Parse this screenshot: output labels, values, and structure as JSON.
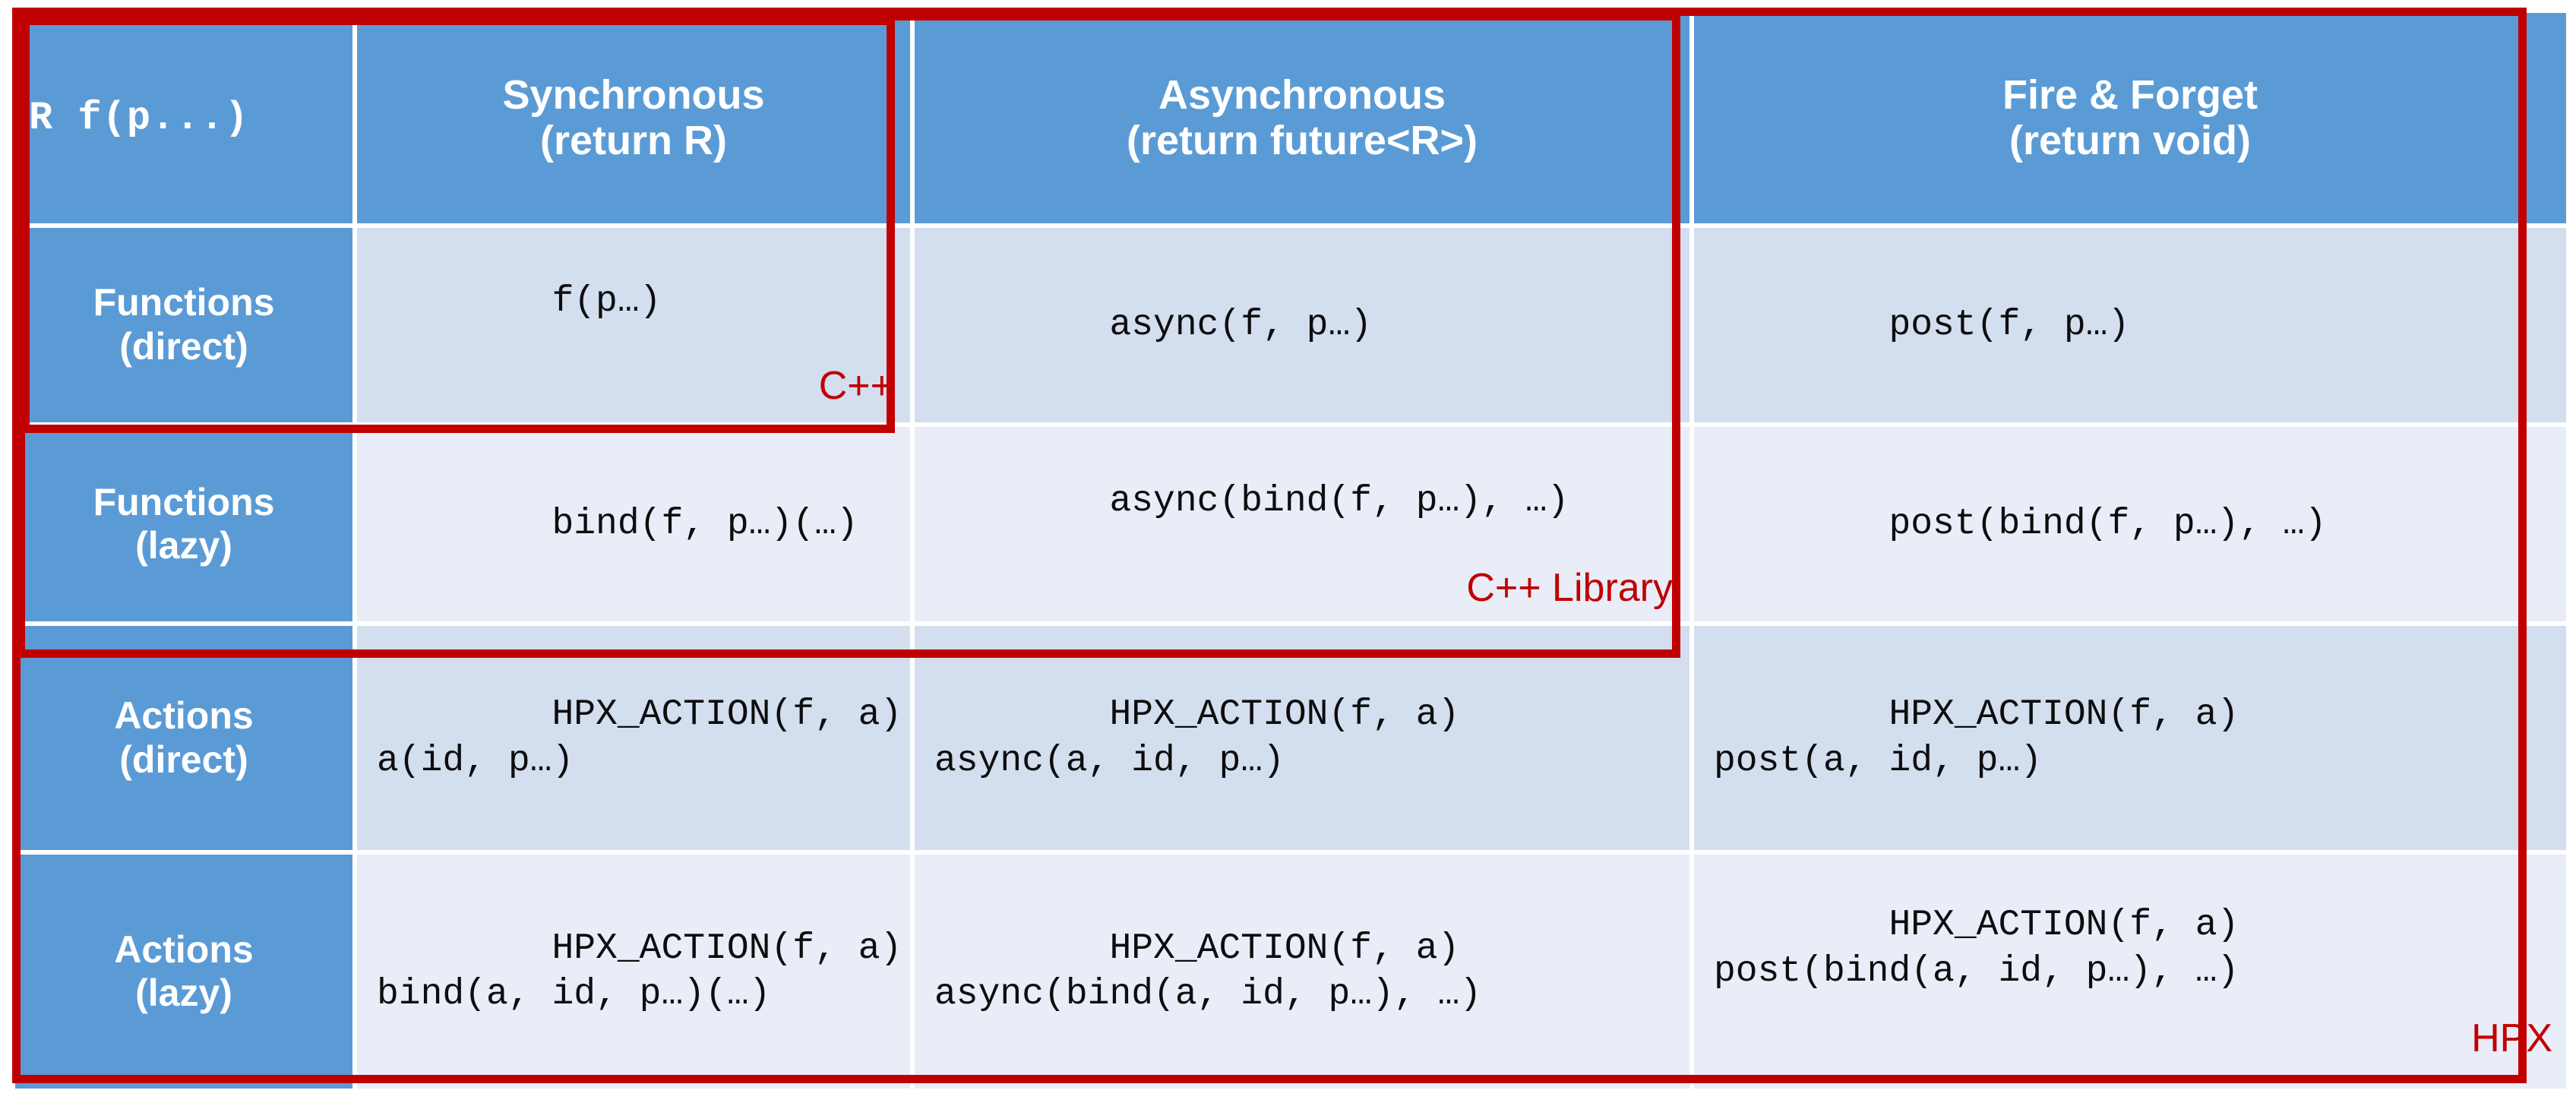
{
  "table": {
    "corner_label": "R f(p...)",
    "columns": [
      {
        "key": "sync",
        "line1": "Synchronous",
        "line2": "(return R)"
      },
      {
        "key": "async",
        "line1": "Asynchronous",
        "line2": "(return future<R>)"
      },
      {
        "key": "fire",
        "line1": "Fire & Forget",
        "line2": "(return void)"
      }
    ],
    "rows": [
      {
        "key": "functions-direct",
        "label_line1": "Functions",
        "label_line2": "(direct)",
        "sync": "f(p…)",
        "async": "async(f, p…)",
        "fire": "post(f, p…)"
      },
      {
        "key": "functions-lazy",
        "label_line1": "Functions",
        "label_line2": "(lazy)",
        "sync": "bind(f, p…)(…)",
        "async": "async(bind(f, p…), …)",
        "fire": "post(bind(f, p…), …)"
      },
      {
        "key": "actions-direct",
        "label_line1": "Actions",
        "label_line2": "(direct)",
        "sync": "HPX_ACTION(f, a)\na(id, p…)",
        "async": "HPX_ACTION(f, a)\nasync(a, id, p…)",
        "fire": "HPX_ACTION(f, a)\npost(a, id, p…)"
      },
      {
        "key": "actions-lazy",
        "label_line1": "Actions",
        "label_line2": "(lazy)",
        "sync": "HPX_ACTION(f, a)\nbind(a, id, p…)(…)",
        "async": "HPX_ACTION(f, a)\nasync(bind(a, id, p…), …)",
        "fire": "HPX_ACTION(f, a)\npost(bind(a, id, p…), …)"
      }
    ]
  },
  "annotations": {
    "cpp": "C++",
    "cpp_library": "C++ Library",
    "hpx": "HPX"
  },
  "colors": {
    "header_blue": "#5B9BD5",
    "band_dark": "#D3DEEF",
    "band_light": "#E8EDF7",
    "annotation_red": "#C00000",
    "header_text": "#FFFFFF",
    "cell_text": "#0D0D0D"
  }
}
